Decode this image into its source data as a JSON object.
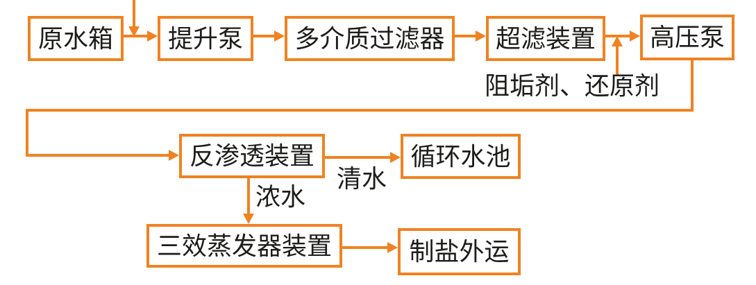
{
  "diagram": {
    "type": "process-flowchart",
    "colors": {
      "accent": "#F08221",
      "text": "#1D1D1B",
      "background": "#FFFFFF"
    },
    "nodes": {
      "raw_water_tank": {
        "label": "原水箱"
      },
      "lift_pump": {
        "label": "提升泵"
      },
      "media_filter": {
        "label": "多介质过滤器"
      },
      "uf_unit": {
        "label": "超滤装置"
      },
      "hp_pump": {
        "label": "高压泵"
      },
      "ro_unit": {
        "label": "反渗透装置"
      },
      "circ_pool": {
        "label": "循环水池"
      },
      "evaporator": {
        "label": "三效蒸发器装置"
      },
      "salt_out": {
        "label": "制盐外运"
      }
    },
    "edge_labels": {
      "dosing": "阻垢剂、还原剂",
      "permeate": "清水",
      "concentrate": "浓水"
    },
    "flows": [
      {
        "from": "feed-inlet",
        "to": "lift_pump"
      },
      {
        "from": "raw_water_tank",
        "to": "lift_pump"
      },
      {
        "from": "lift_pump",
        "to": "media_filter"
      },
      {
        "from": "media_filter",
        "to": "uf_unit"
      },
      {
        "from": "uf_unit",
        "to": "hp_pump"
      },
      {
        "from": "dosing",
        "to": "uf_unit-hp_pump-line"
      },
      {
        "from": "hp_pump",
        "to": "ro_unit"
      },
      {
        "from": "ro_unit",
        "to": "circ_pool",
        "label": "清水"
      },
      {
        "from": "ro_unit",
        "to": "evaporator",
        "label": "浓水"
      },
      {
        "from": "evaporator",
        "to": "salt_out"
      }
    ]
  }
}
